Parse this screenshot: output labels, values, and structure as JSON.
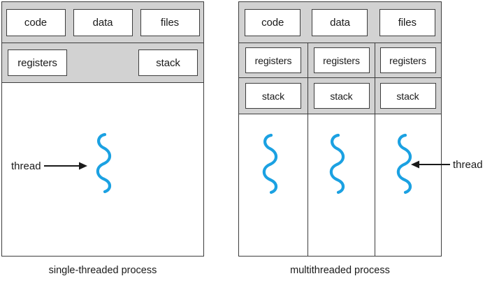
{
  "diagrams": [
    {
      "id": "single-threaded-process",
      "caption": "single-threaded process",
      "top_row": [
        "code",
        "data",
        "files"
      ],
      "mid_row": [
        "registers",
        "stack"
      ],
      "thread_count": 1,
      "callout": {
        "label": "thread",
        "arrow_direction": "right"
      }
    },
    {
      "id": "multithreaded-process",
      "caption": "multithreaded process",
      "top_row": [
        "code",
        "data",
        "files"
      ],
      "registers_row": [
        "registers",
        "registers",
        "registers"
      ],
      "stack_row": [
        "stack",
        "stack",
        "stack"
      ],
      "thread_count": 3,
      "callout": {
        "label": "thread",
        "arrow_direction": "left"
      }
    }
  ],
  "colors": {
    "thread_stroke": "#1BA1E2",
    "band_fill": "#d2d2d2",
    "outline": "#3d3d3d",
    "cell_fill": "#ffffff",
    "text": "#1a1a1a"
  }
}
